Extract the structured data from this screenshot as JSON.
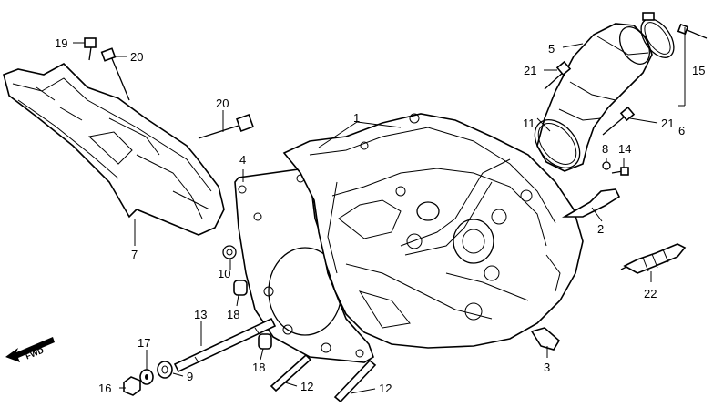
{
  "diagram": {
    "callouts": {
      "c1": "1",
      "c2": "2",
      "c3": "3",
      "c4": "4",
      "c5": "5",
      "c6": "6",
      "c7": "7",
      "c8": "8",
      "c9": "9",
      "c10": "10",
      "c11": "11",
      "c12a": "12",
      "c12b": "12",
      "c13": "13",
      "c14": "14",
      "c15": "15",
      "c16": "16",
      "c17": "17",
      "c18a": "18",
      "c18b": "18",
      "c19": "19",
      "c20a": "20",
      "c20b": "20",
      "c21a": "21",
      "c21b": "21",
      "c22": "22"
    },
    "direction_label": "FWD"
  }
}
